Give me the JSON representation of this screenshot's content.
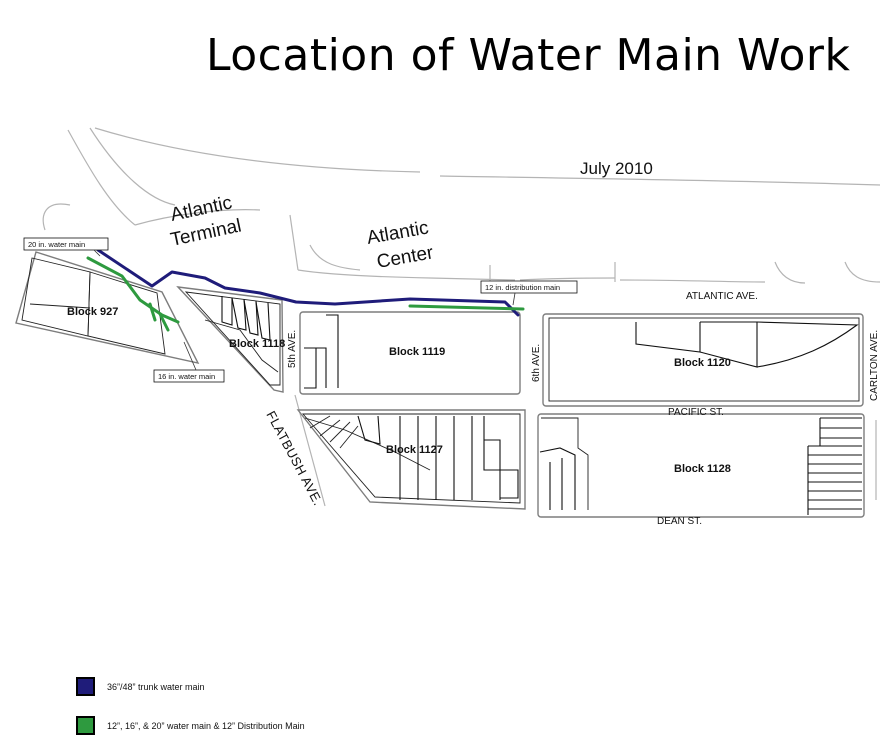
{
  "title": "Location of  Water Main Work",
  "date": "July 2010",
  "areas": {
    "atlantic_terminal_line1": "Atlantic",
    "atlantic_terminal_line2": "Terminal",
    "atlantic_center_line1": "Atlantic",
    "atlantic_center_line2": "Center"
  },
  "streets": {
    "atlantic": "ATLANTIC AVE.",
    "pacific": "PACIFIC ST.",
    "dean": "DEAN ST.",
    "fifth": "5th AVE.",
    "sixth": "6th AVE.",
    "carlton": "CARLTON AVE.",
    "flatbush": "FLATBUSH AVE."
  },
  "blocks": {
    "b927": "Block 927",
    "b1118": "Block 1118",
    "b1119": "Block 1119",
    "b1120": "Block 1120",
    "b1127": "Block 1127",
    "b1128": "Block 1128"
  },
  "callouts": {
    "main20": "20 in. water main",
    "main16": "16 in. water main",
    "dist12": "12 in. distribution main"
  },
  "legend": [
    {
      "label": "36”/48” trunk water main",
      "color": "#1f1c7a"
    },
    {
      "label": "12”, 16”, & 20” water main & 12” Distribution Main",
      "color": "#2e9a3f"
    }
  ]
}
